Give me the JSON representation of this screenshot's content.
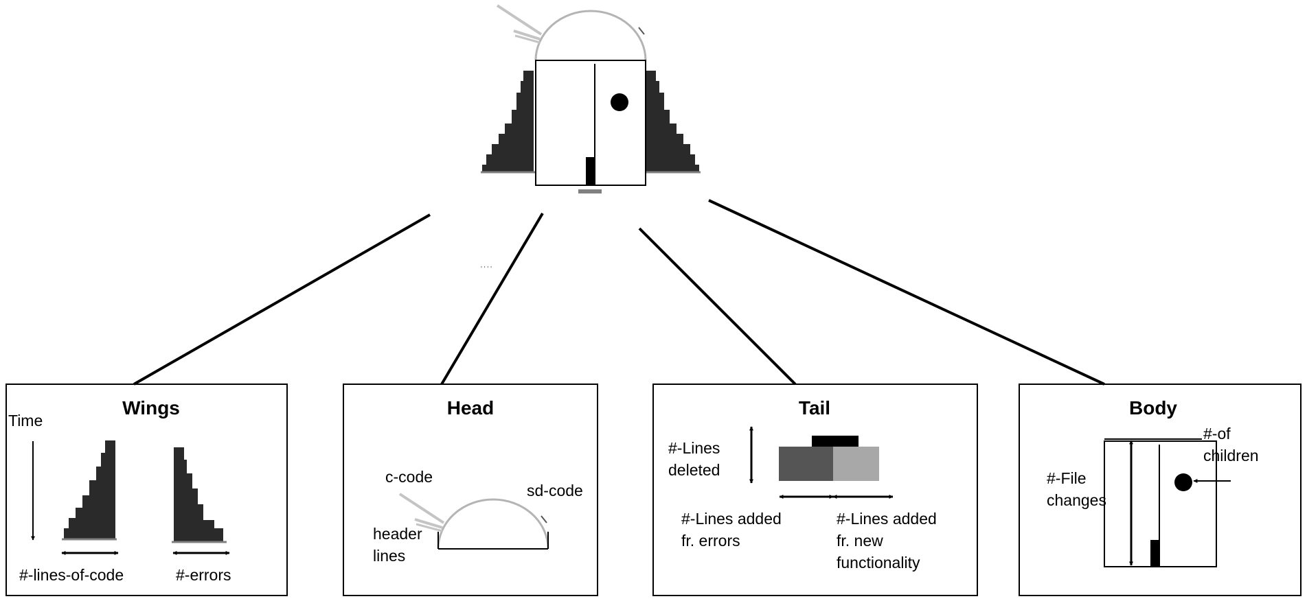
{
  "colors": {
    "ink": "#000000",
    "dark_fill": "#2a2a2a",
    "tail_dark": "#555555",
    "tail_light": "#a8a8a8",
    "head_arc": "#b4b4b4",
    "base_gray": "#808080",
    "background": "#ffffff"
  },
  "panels": {
    "wings": {
      "title": "Wings",
      "time_label": "Time",
      "loc_label": "#-lines-of-code",
      "errors_label": "#-errors"
    },
    "head": {
      "title": "Head",
      "c_code_label": "c-code",
      "sd_code_label": "sd-code",
      "header_label_1": "header",
      "header_label_2": "lines"
    },
    "tail": {
      "title": "Tail",
      "deleted_label_1": "#-Lines",
      "deleted_label_2": "deleted",
      "errors_label_1": "#-Lines added",
      "errors_label_2": "fr. errors",
      "functionality_label_1": "#-Lines added",
      "functionality_label_2": "fr. new",
      "functionality_label_3": "functionality"
    },
    "body": {
      "title": "Body",
      "children_label_1": "#-of",
      "children_label_2": "children",
      "file_changes_label_1": "#-File",
      "file_changes_label_2": "changes"
    }
  }
}
